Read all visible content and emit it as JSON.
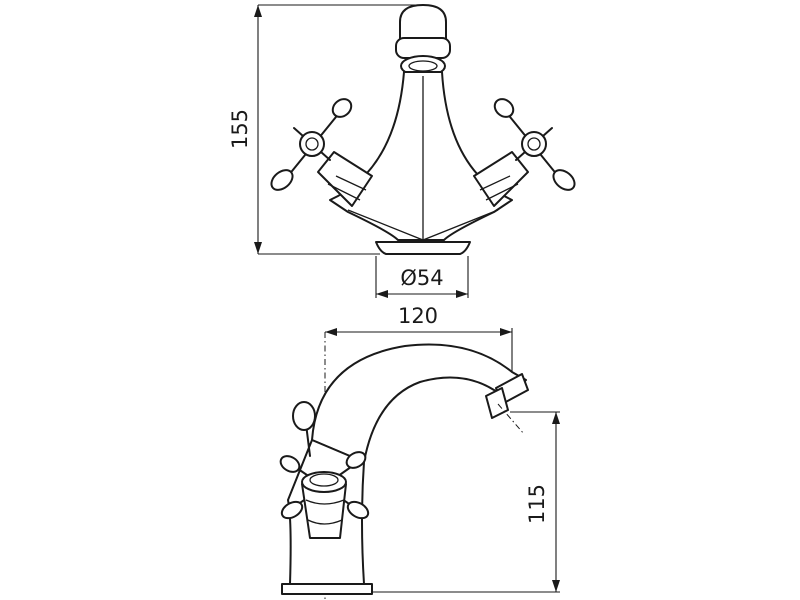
{
  "dimensions": {
    "height_top": "155",
    "base_diameter": "Ø54",
    "spout_reach": "120",
    "spout_height": "115"
  }
}
